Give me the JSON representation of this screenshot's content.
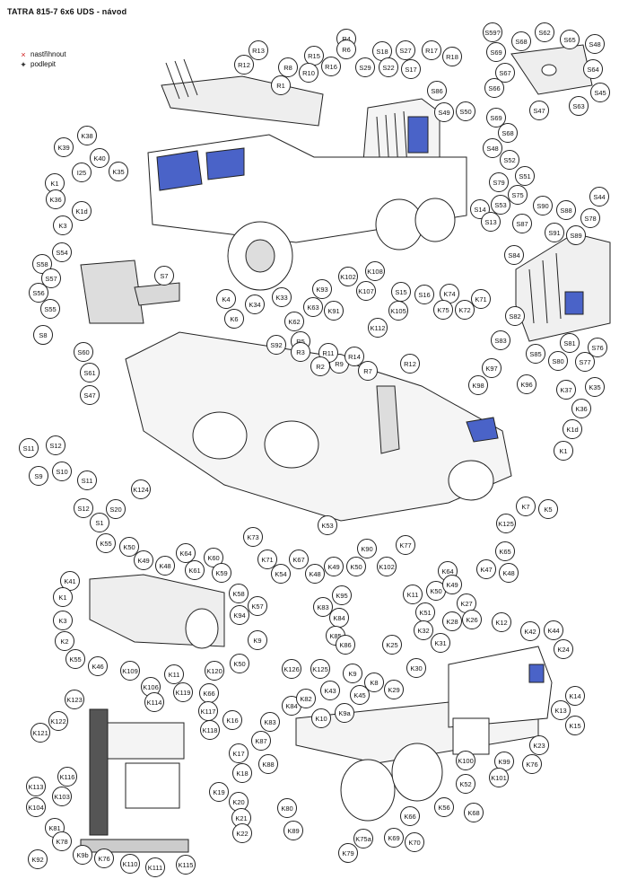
{
  "title": "TATRA 815-7 6x6 UDS - návod",
  "legend": [
    {
      "symbol": "×",
      "label": "nastřihnout",
      "color": "#d02020"
    },
    {
      "symbol": "✦",
      "label": "podlepit",
      "color": "#333333"
    }
  ],
  "colors": {
    "line": "#222222",
    "cab_window": "#4a63c8",
    "shade": "#d9d9d9",
    "light_shade": "#eeeeee"
  },
  "callouts": [
    "S59?",
    "S62",
    "S65",
    "S48",
    "S68",
    "S69",
    "S67",
    "S64",
    "S66",
    "S45",
    "S47",
    "S63",
    "R13",
    "R12",
    "R8",
    "R1",
    "R15",
    "R10",
    "R4",
    "R6",
    "R16",
    "S29",
    "S18",
    "S22",
    "S27",
    "S17",
    "R17",
    "R18",
    "S86",
    "S49",
    "S50",
    "K38",
    "K39",
    "K40",
    "I25",
    "K35",
    "K1",
    "K36",
    "K1d",
    "K3",
    "S69",
    "S68",
    "S48",
    "S52",
    "S51",
    "S79",
    "S75",
    "S53",
    "S14",
    "S13",
    "S90",
    "S88",
    "S44",
    "S87",
    "S91",
    "S89",
    "S78",
    "S84",
    "S82",
    "S83",
    "S85",
    "S80",
    "S81",
    "S77",
    "S76",
    "S54",
    "S58",
    "S57",
    "S56",
    "S55",
    "S7",
    "S8",
    "K4",
    "K6",
    "K34",
    "K33",
    "K62",
    "K63",
    "K93",
    "K91",
    "K102",
    "K108",
    "K107",
    "S15",
    "S16",
    "K74",
    "K71",
    "K75",
    "K72",
    "K105",
    "K112",
    "S60",
    "S61",
    "S47",
    "S92",
    "R5",
    "R3",
    "R9",
    "R11",
    "R2",
    "R14",
    "R7",
    "R12",
    "K97",
    "K98",
    "K96",
    "K37",
    "K35",
    "K36",
    "K1d",
    "K1",
    "S11",
    "S12",
    "S9",
    "S10",
    "S11",
    "S12",
    "S20",
    "S1",
    "K124",
    "K55",
    "K50",
    "K49",
    "K48",
    "K64",
    "K61",
    "K60",
    "K59",
    "K58",
    "K57",
    "K73",
    "K71",
    "K54",
    "K67",
    "K48",
    "K49",
    "K50",
    "K53",
    "K90",
    "K102",
    "K77",
    "K64",
    "K65",
    "K47",
    "K48",
    "K125",
    "K7",
    "K5",
    "K41",
    "K1",
    "K3",
    "K2",
    "K55",
    "K46",
    "K94",
    "K9",
    "K50",
    "K95",
    "K83",
    "K84",
    "K85",
    "K86",
    "K126",
    "K125",
    "K11",
    "K50",
    "K51",
    "K49",
    "K27",
    "K28",
    "K32",
    "K26",
    "K12",
    "K42",
    "K44",
    "K24",
    "K25",
    "K31",
    "K30",
    "K29",
    "K109",
    "K11",
    "K106",
    "K114",
    "K119",
    "K120",
    "K66",
    "K117",
    "K123",
    "K122",
    "K121",
    "K118",
    "K16",
    "K17",
    "K18",
    "K19",
    "K20",
    "K21",
    "K22",
    "K116",
    "K113",
    "K103",
    "K104",
    "K81",
    "K78",
    "K92",
    "K9b",
    "K76",
    "K110",
    "K111",
    "K115",
    "K84",
    "K82",
    "K83",
    "K87",
    "K88",
    "K43",
    "K9",
    "K8",
    "K10",
    "K45",
    "K9a",
    "K14",
    "K13",
    "K15",
    "K23",
    "K100",
    "K99",
    "K76",
    "K101",
    "K52",
    "K80",
    "K89",
    "K56",
    "K66",
    "K68",
    "K75a",
    "K69",
    "K70",
    "K79"
  ]
}
